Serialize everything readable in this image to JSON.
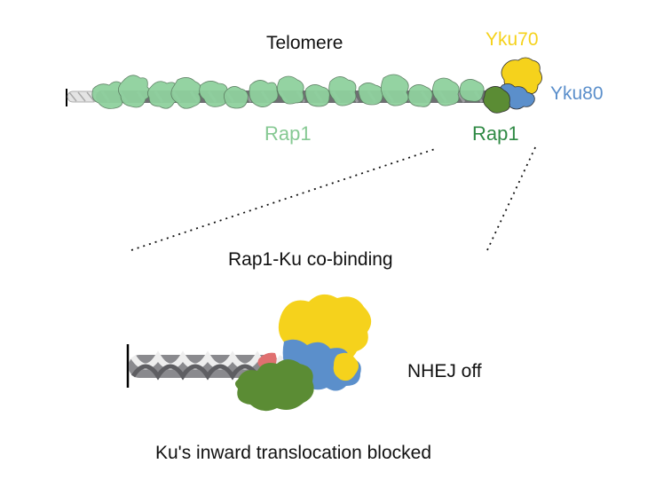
{
  "top_panel": {
    "title": "Telomere",
    "labels": {
      "rap1_bound": "Rap1",
      "rap1_ku_adjacent": "Rap1",
      "yku70": "Yku70",
      "yku80": "Yku80"
    }
  },
  "bottom_panel": {
    "title": "Rap1-Ku co-binding",
    "state_label": "NHEJ off",
    "caption": "Ku's inward translocation blocked"
  },
  "colors": {
    "rap1_light": "#86c993",
    "rap1_dark": "#5b8c34",
    "rap1_label_dark": "#2f8a45",
    "yku70": "#f5d21c",
    "yku80": "#5b8fcb",
    "dna_dark": "#6e6e72",
    "dna_light": "#e8e8e8",
    "contact_region": "#e07070"
  }
}
